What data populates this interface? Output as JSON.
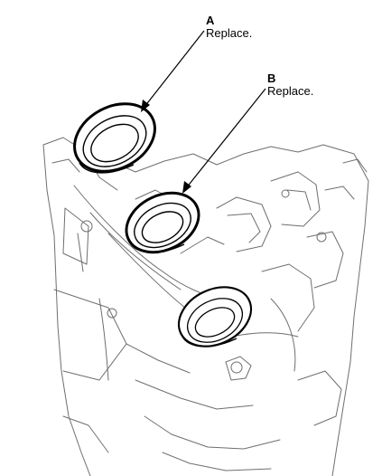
{
  "callouts": [
    {
      "letter": "A",
      "note": "Replace."
    },
    {
      "letter": "B",
      "note": "Replace."
    }
  ],
  "colors": {
    "line": "#000000",
    "engine_line": "#6f6f6f",
    "background": "#ffffff"
  }
}
